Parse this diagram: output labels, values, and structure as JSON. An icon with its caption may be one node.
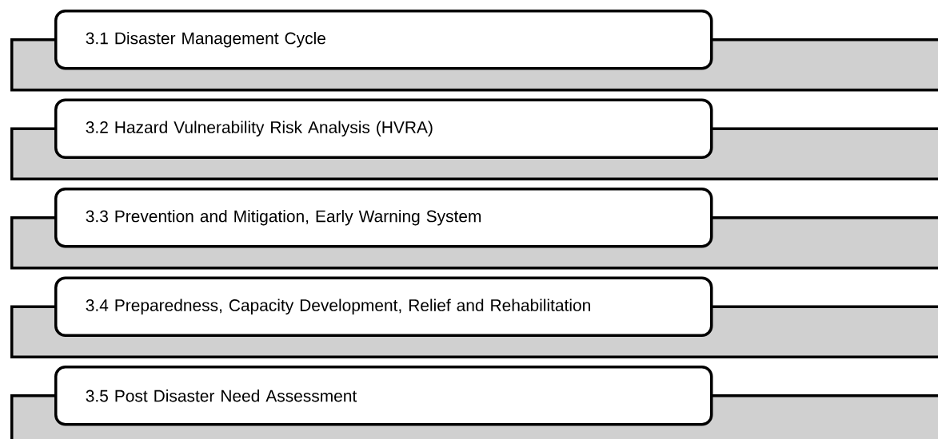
{
  "diagram": {
    "nodes": [
      {
        "text": [
          "3.1 Disaster Management Cycle"
        ]
      },
      {
        "text": [
          "3.2 Hazard Vulnerability Risk Analysis (HVRA)"
        ]
      },
      {
        "text": [
          "3.3 Prevention and Mitigation, Early Warning System"
        ]
      },
      {
        "text": [
          "3.4 Preparedness, Capacity Development, Relief and Rehabilitation"
        ]
      },
      {
        "text": [
          "3.5 Post Disaster Need Assessment"
        ]
      },
      {
        "text": [],
        "shape": "bar"
      },
      {
        "text": [],
        "shape": "bar"
      },
      {
        "text": [],
        "shape": "bar"
      },
      {
        "text": [],
        "shape": "bar"
      },
      {
        "text": [],
        "shape": "bar"
      }
    ]
  }
}
